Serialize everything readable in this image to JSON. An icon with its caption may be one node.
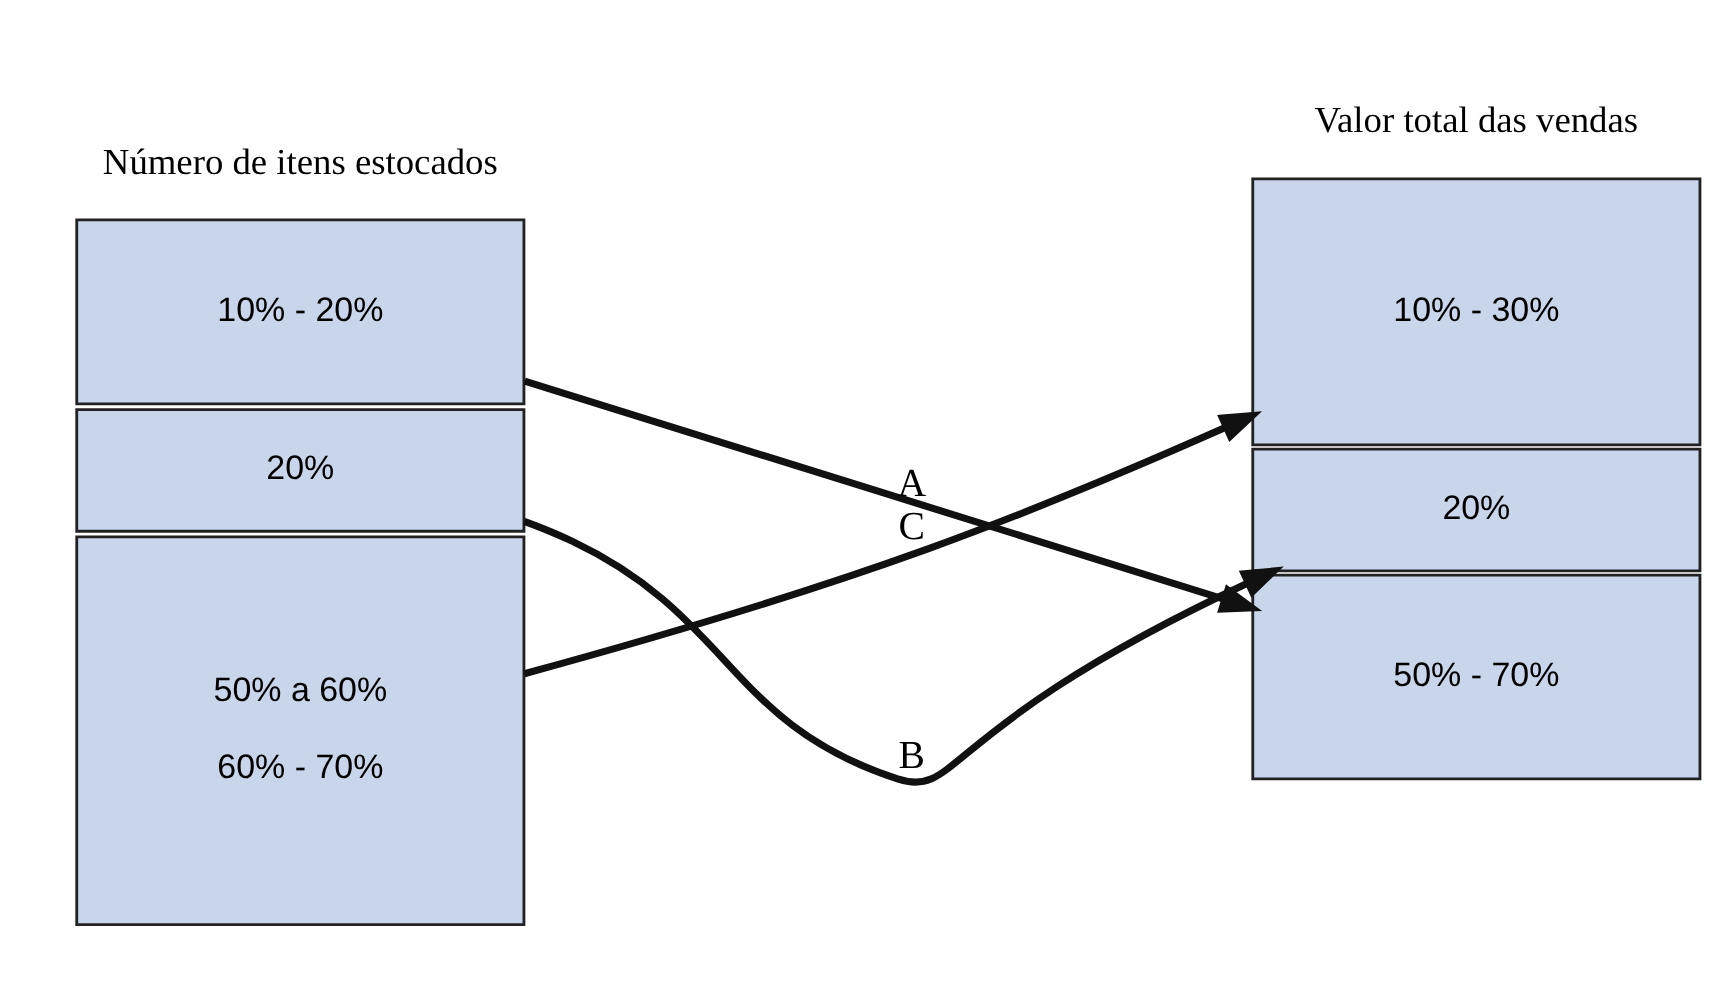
{
  "diagram": {
    "nodes": [
      {
        "text": [
          "10% - 20%"
        ]
      },
      {
        "text": [
          "20%"
        ]
      },
      {
        "text": [
          "50% a 60%",
          "60% - 70%"
        ]
      },
      {
        "text": [
          "10% - 30%"
        ]
      },
      {
        "text": [
          "20%"
        ]
      },
      {
        "text": [
          "50% - 70%"
        ]
      }
    ],
    "edges": [
      {
        "from": 0,
        "to": 5,
        "arrow": "to",
        "label": "A"
      },
      {
        "from": 1,
        "to": 4,
        "arrow": "to",
        "label": "B"
      },
      {
        "from": 2,
        "to": 3,
        "arrow": "to",
        "label": "C"
      }
    ],
    "labels": [
      "Número de itens estocados",
      "Valor total das vendas"
    ]
  }
}
